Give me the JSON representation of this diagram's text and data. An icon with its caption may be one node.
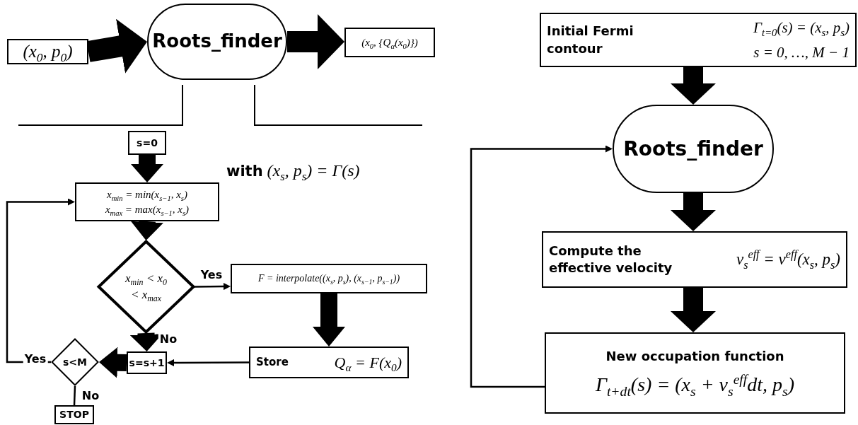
{
  "diagram": {
    "nodes": [
      {
        "text": [
          "(x$_{0}$, p$_{0}$)"
        ]
      },
      {
        "text": [
          "Roots_finder"
        ]
      },
      {
        "text": [
          "(x$_{0}$, {Q$_{α}$(x$_{0}$)})"
        ]
      },
      {
        "text": [
          "s=0"
        ]
      },
      {
        "text": [
          "x$_{min}$ = min(x$_{s−1}$, x$_{s}$)",
          "x$_{max}$ = max(x$_{s−1}$, x$_{s}$)"
        ]
      },
      {
        "text": [
          "x$_{min}$ < x$_{0}$ < x$_{max}$"
        ]
      },
      {
        "text": [
          "F = interpolate((x$_{s}$, p$_{s}$), (x$_{s−1}$, p$_{s−1}$))"
        ]
      },
      {
        "text": [
          "s=s+1"
        ]
      },
      {
        "text": [
          "Store",
          "Q$_{α}$ = F(x$_{0}$)"
        ]
      },
      {
        "text": [
          "s<M"
        ]
      },
      {
        "text": [
          "STOP"
        ]
      },
      {
        "text": [
          "Initial Fermi contour",
          "Γ$_{t=0}$(s) = (x$_{s}$, p$_{s}$)",
          "s = 0, …, M − 1"
        ]
      },
      {
        "text": [
          "Roots_finder"
        ]
      },
      {
        "text": [
          "Compute the effective velocity",
          "v$_{s}$$^{eff}$ = v$^{eff}$(x$_{s}$, p$_{s}$)"
        ]
      },
      {
        "text": [
          "New occupation function",
          "Γ$_{t+dt}$(s) = (x$_{s}$ + v$_{s}$$^{eff}$dt, p$_{s}$)"
        ]
      }
    ],
    "edges": [
      {
        "from": 0,
        "to": 1,
        "arrow": "to"
      },
      {
        "from": 1,
        "to": 2,
        "arrow": "to"
      },
      {
        "from": 3,
        "to": 4,
        "arrow": "to"
      },
      {
        "from": 4,
        "to": 5,
        "arrow": "to"
      },
      {
        "from": 5,
        "to": 6,
        "arrow": "to",
        "label": "Yes"
      },
      {
        "from": 5,
        "to": 7,
        "arrow": "to",
        "label": "No"
      },
      {
        "from": 6,
        "to": 8,
        "arrow": "to"
      },
      {
        "from": 8,
        "to": 7,
        "arrow": "to"
      },
      {
        "from": 7,
        "to": 9,
        "arrow": "to"
      },
      {
        "from": 9,
        "to": 4,
        "arrow": "to",
        "label": "Yes"
      },
      {
        "from": 9,
        "to": 10,
        "arrow": "none",
        "label": "No"
      },
      {
        "from": 11,
        "to": 12,
        "arrow": "to"
      },
      {
        "from": 12,
        "to": 13,
        "arrow": "to"
      },
      {
        "from": 13,
        "to": 14,
        "arrow": "to"
      },
      {
        "from": 14,
        "to": 12,
        "arrow": "to"
      }
    ],
    "labels": [
      "**with** (x$_{s}$, p$_{s}$) = Γ(s)"
    ]
  }
}
